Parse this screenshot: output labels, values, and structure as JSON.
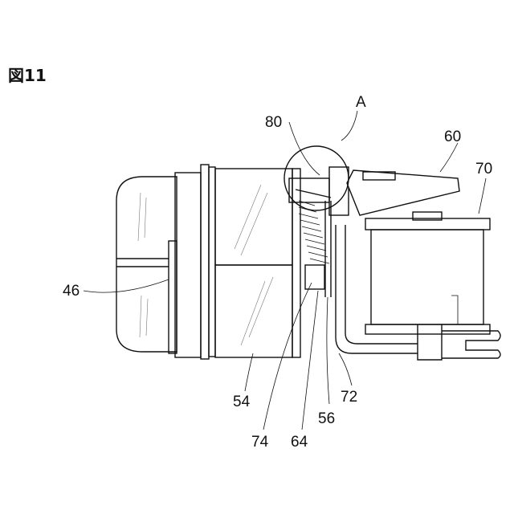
{
  "figure": {
    "title": "図11",
    "callouts": {
      "a": "A",
      "c80": "80",
      "c60": "60",
      "c70": "70",
      "c46": "46",
      "c54": "54",
      "c74": "74",
      "c64": "64",
      "c56": "56",
      "c72": "72"
    }
  }
}
